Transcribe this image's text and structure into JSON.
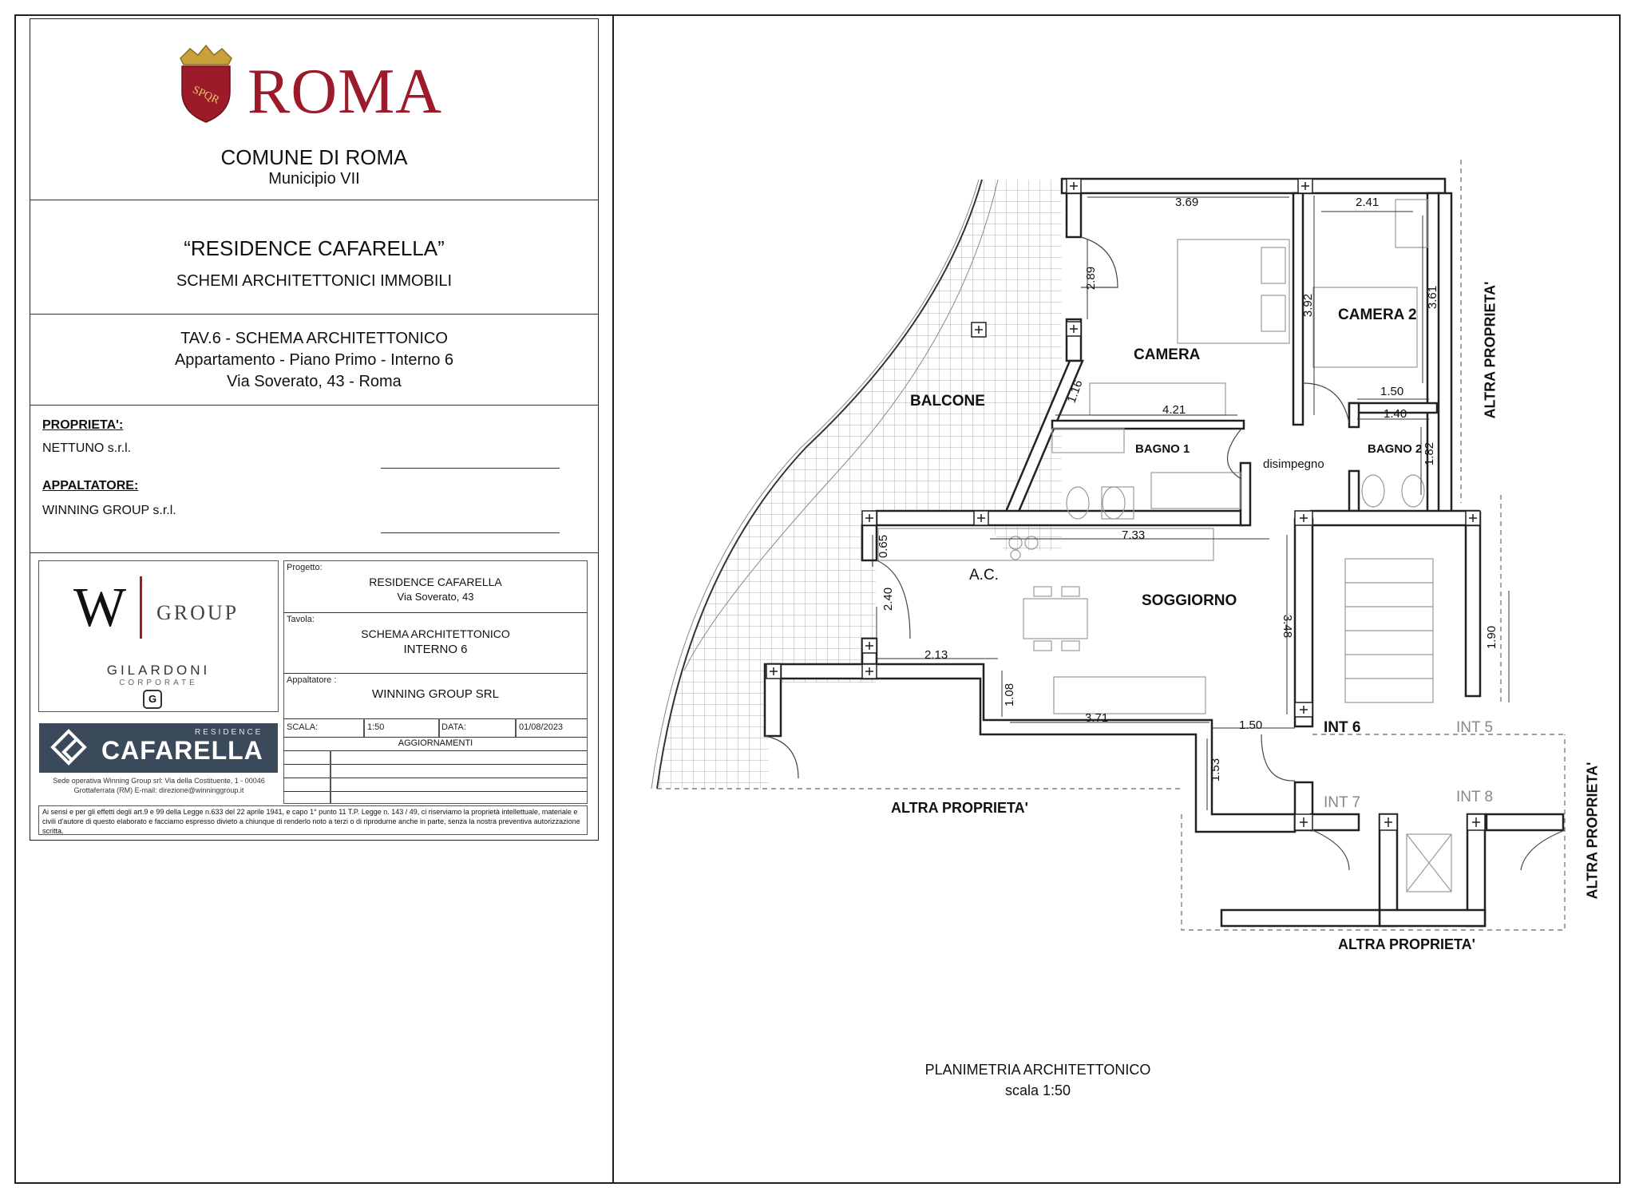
{
  "logo": {
    "wordmark": "ROMA",
    "shield_text": "SPQR",
    "colors": {
      "brand_red": "#9b1b2a",
      "gold": "#c9a13b"
    }
  },
  "header": {
    "comune": "COMUNE DI ROMA",
    "municipio": "Municipio VII"
  },
  "project": {
    "title": "“RESIDENCE CAFARELLA”",
    "subtitle": "SCHEMI ARCHITETTONICI IMMOBILI"
  },
  "sheet": {
    "line1": "TAV.6 - SCHEMA ARCHITETTONICO",
    "line2": "Appartamento - Piano Primo - Interno 6",
    "line3": "Via Soverato, 43 - Roma"
  },
  "parties": {
    "owner_label": "PROPRIETA':",
    "owner_value": "NETTUNO s.r.l.",
    "contractor_label": "APPALTATORE:",
    "contractor_value": "WINNING GROUP s.r.l."
  },
  "brands": {
    "w_group_letter": "W",
    "w_group_word": "GROUP",
    "gilardoni": "GILARDONI",
    "gilardoni_sub": "CORPORATE",
    "gilardoni_mark": "G",
    "cafarella_small": "RESIDENCE",
    "cafarella_big": "CAFARELLA",
    "cafarella_address": "Sede operativa Winning Group srl: Via della Costituente, 1 - 00046 Grottaferrata (RM) E-mail: direzione@winninggroup.it",
    "cafarella_bg": "#3b4a5a"
  },
  "titleblock": {
    "progetto_label": "Progetto:",
    "progetto_l1": "RESIDENCE CAFARELLA",
    "progetto_l2": "Via Soverato, 43",
    "tavola_label": "Tavola:",
    "tavola_l1": "SCHEMA ARCHITETTONICO",
    "tavola_l2": "INTERNO 6",
    "appaltatore_label": "Appaltatore :",
    "appaltatore_value": "WINNING GROUP SRL",
    "scala_label": "SCALA:",
    "scala_value": "1:50",
    "data_label": "DATA:",
    "data_value": "01/08/2023",
    "aggiornamenti": "AGGIORNAMENTI"
  },
  "legal": "Ai sensi e per gli effetti degli art.9 e 99 della Legge n.633 del 22 aprile 1941, e capo 1° punto 11 T.P. Legge n. 143 / 49, ci riserviamo la proprietà intellettuale, materiale e civili d'autore di questo elaborato e facciamo espresso divieto a chiunque di renderlo noto a terzi o di riprodurne anche in parte, senza la nostra preventiva autorizzazione scritta.",
  "plan": {
    "rooms": {
      "balcone": "BALCONE",
      "camera": "CAMERA",
      "camera2": "CAMERA 2",
      "bagno1": "BAGNO 1",
      "bagno2": "BAGNO 2",
      "disimpegno": "disimpegno",
      "soggiorno": "SOGGIORNO",
      "ac": "A.C."
    },
    "units": {
      "int6": "INT 6",
      "int5": "INT 5",
      "int7": "INT 7",
      "int8": "INT 8"
    },
    "neighbours": {
      "altra": "ALTRA PROPRIETA'"
    },
    "dims": {
      "d369": "3.69",
      "d241": "2.41",
      "d289": "2.89",
      "d392": "3.92",
      "d361": "3.61",
      "d116": "1.16",
      "d421": "4.21",
      "d150a": "1.50",
      "d140": "1.40",
      "d182": "1.82",
      "d733": "7.33",
      "d065": "0.65",
      "d240": "2.40",
      "d348": "3.48",
      "d190": "1.90",
      "d213": "2.13",
      "d108": "1.08",
      "d371": "3.71",
      "d150b": "1.50",
      "d153": "1.53"
    },
    "caption_title": "PLANIMETRIA ARCHITETTONICO",
    "caption_scale": "scala 1:50"
  }
}
